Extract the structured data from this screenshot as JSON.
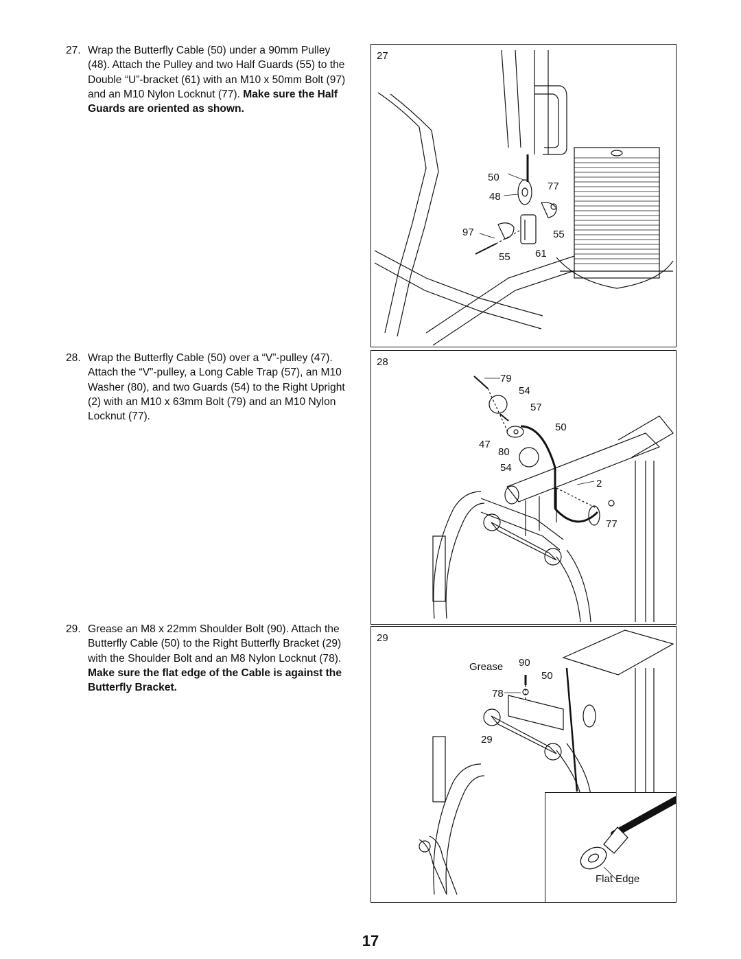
{
  "steps": [
    {
      "number": "27.",
      "text": "Wrap the Butterfly Cable (50) under a 90mm Pulley (48). Attach the Pulley and two Half Guards (55) to the Double “U”-bracket (61) with an M10 x 50mm Bolt (97) and an M10 Nylon Locknut (77). ",
      "bold": "Make sure the Half Guards are oriented as shown."
    },
    {
      "number": "28.",
      "text": "Wrap the Butterfly Cable (50) over a “V”-pulley (47). Attach the “V”-pulley, a Long Cable Trap (57), an M10 Washer (80), and two Guards (54) to the Right Upright (2) with an M10 x 63mm Bolt (79) and an M10 Nylon Locknut (77).",
      "bold": ""
    },
    {
      "number": "29.",
      "text": "Grease an M8 x 22mm Shoulder Bolt (90). Attach the Butterfly Cable (50) to the Right Butterfly Bracket (29) with the Shoulder Bolt and an M8 Nylon Locknut (78). ",
      "bold": "Make sure the flat edge of the Cable is against the Butterfly Bracket."
    }
  ],
  "figures": {
    "fig27": {
      "label": "27",
      "callouts": [
        "50",
        "77",
        "48",
        "97",
        "55",
        "55",
        "61"
      ]
    },
    "fig28": {
      "label": "28",
      "callouts": [
        "79",
        "54",
        "57",
        "50",
        "47",
        "80",
        "54",
        "2",
        "77"
      ]
    },
    "fig29": {
      "label": "29",
      "callouts": [
        "Grease",
        "90",
        "50",
        "78",
        "29"
      ],
      "inset_caption": "Flat Edge"
    }
  },
  "page_number": "17"
}
